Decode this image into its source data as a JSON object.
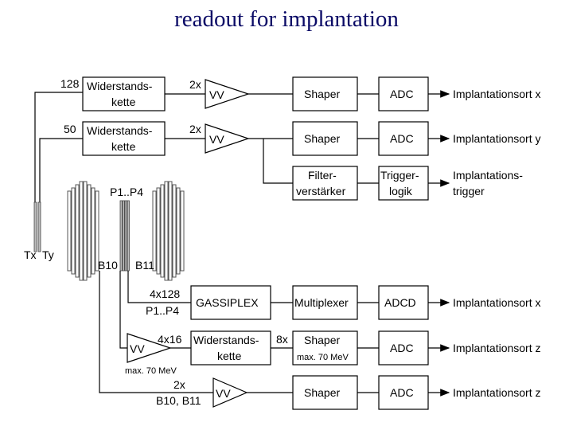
{
  "title": "readout for implantation",
  "rows": [
    {
      "count": "128",
      "mult": "2x",
      "res1": "Widerstands-",
      "res2": "kette",
      "amp": "VV",
      "shaper": "Shaper",
      "adc": "ADC",
      "output": "Implantationsort x"
    },
    {
      "count": "50",
      "mult": "2x",
      "res1": "Widerstands-",
      "res2": "kette",
      "amp": "VV",
      "shaper": "Shaper",
      "adc": "ADC",
      "output": "Implantationsort y"
    }
  ],
  "trigger_row": {
    "filter1": "Filter-",
    "filter2": "verstärker",
    "trig1": "Trigger-",
    "trig2": "logik",
    "out1": "Implantations-",
    "out2": "trigger"
  },
  "detector_labels": {
    "tx": "Tx",
    "ty": "Ty",
    "b10": "B10",
    "b11": "B11",
    "p": "P1..P4"
  },
  "gassiplex_row": {
    "label1": "4x128",
    "label2": "P1..P4",
    "gassiplex": "GASSIPLEX",
    "mux": "Multiplexer",
    "adc": "ADCD",
    "output": "Implantationsort x"
  },
  "z_row1": {
    "amp": "VV",
    "amp_note": "max. 70 MeV",
    "count": "4x16",
    "res1": "Widerstands-",
    "res2": "kette",
    "mult": "8x",
    "shaper": "Shaper",
    "shaper_note": "max. 70 MeV",
    "adc": "ADC",
    "output": "Implantationsort z"
  },
  "z_row2": {
    "label1": "2x",
    "label2": "B10, B11",
    "amp": "VV",
    "shaper": "Shaper",
    "adc": "ADC",
    "output": "Implantationsort z"
  }
}
